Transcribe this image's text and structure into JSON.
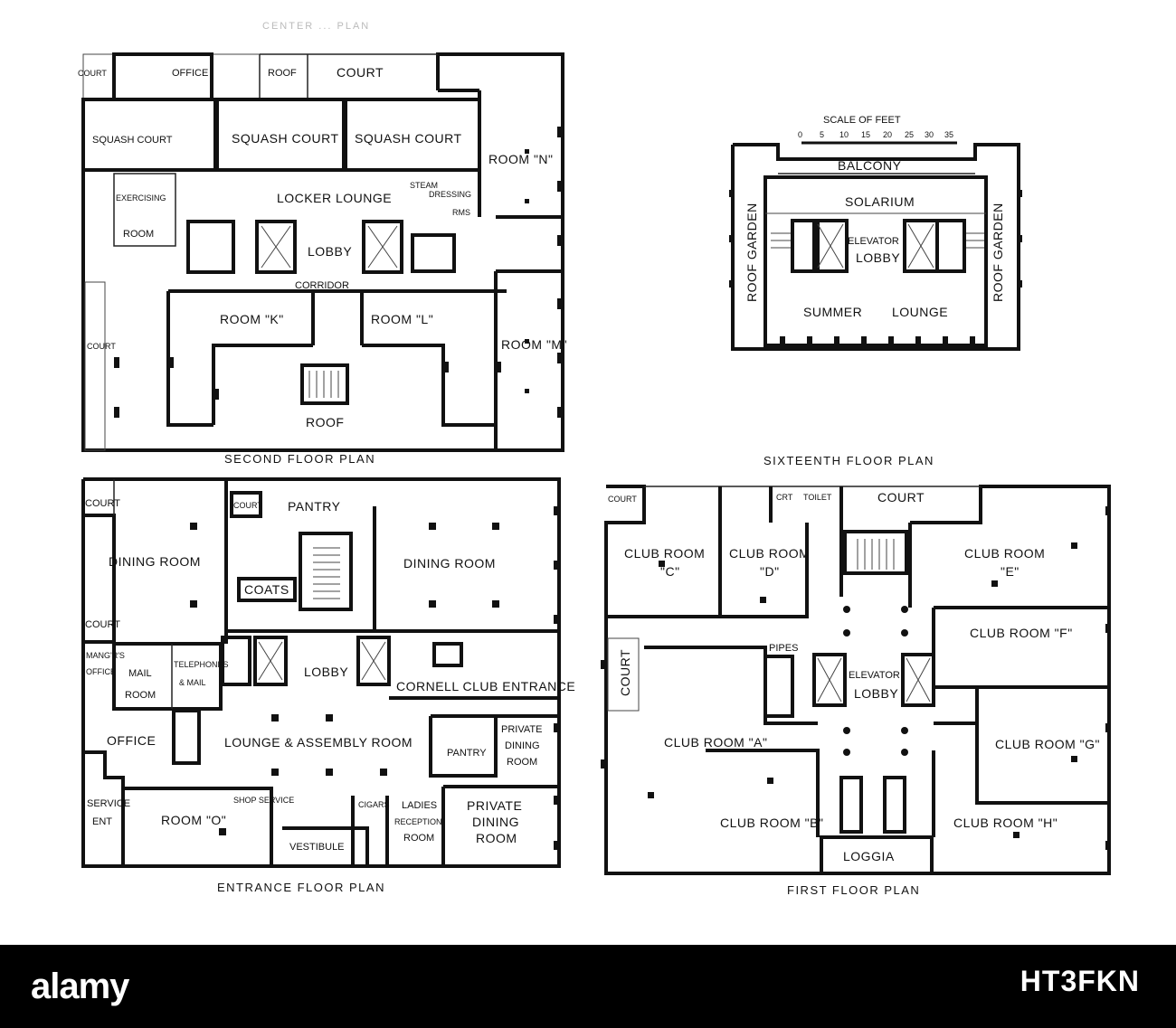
{
  "header_faint": "CENTER ... PLAN",
  "plans": {
    "second": {
      "title": "SECOND FLOOR PLAN",
      "rooms": {
        "court_tl": "COURT",
        "office": "OFFICE",
        "roof_top": "ROOF",
        "court_top": "COURT",
        "squash_1": "SQUASH COURT",
        "squash_2": "SQUASH COURT",
        "squash_3": "SQUASH COURT",
        "room_n": "ROOM \"N\"",
        "exercising": "EXERCISING",
        "room": "ROOM",
        "locker_lounge": "LOCKER LOUNGE",
        "steam": "STEAM",
        "dressing": "DRESSING",
        "rms": "RMS",
        "lobby": "LOBBY",
        "corridor": "CORRIDOR",
        "room_k": "ROOM \"K\"",
        "room_l": "ROOM \"L\"",
        "room_m": "ROOM \"M\"",
        "roof_bottom": "ROOF",
        "court_side": "COURT"
      }
    },
    "sixteenth": {
      "title": "SIXTEENTH FLOOR PLAN",
      "scale_title": "SCALE OF FEET",
      "scale_ticks": [
        "0",
        "5",
        "10",
        "15",
        "20",
        "25",
        "30",
        "35"
      ],
      "rooms": {
        "balcony": "BALCONY",
        "solarium": "SOLARIUM",
        "roof_garden_left": "ROOF GARDEN",
        "roof_garden_right": "ROOF GARDEN",
        "elevator": "ELEVATOR",
        "lobby": "LOBBY",
        "summer": "SUMMER",
        "lounge": "LOUNGE"
      }
    },
    "entrance": {
      "title": "ENTRANCE FLOOR PLAN",
      "rooms": {
        "court_1": "COURT",
        "court_2": "COURT",
        "court_3": "COURT",
        "pantry_top": "PANTRY",
        "dining_left": "DINING ROOM",
        "dining_right": "DINING ROOM",
        "coats": "COATS",
        "mangrs_1": "MANG'R'S",
        "mangrs_2": "OFFICE",
        "mail": "MAIL",
        "mail_room": "ROOM",
        "telephones": "TELEPHONES",
        "and_mail": "& MAIL",
        "lobby": "LOBBY",
        "cornell": "CORNELL CLUB ENTRANCE",
        "office": "OFFICE",
        "lounge": "LOUNGE & ASSEMBLY ROOM",
        "pantry_mid": "PANTRY",
        "private_1a": "PRIVATE",
        "private_1b": "DINING",
        "private_1c": "ROOM",
        "service_1": "SERVICE",
        "service_2": "ENT",
        "room_o": "ROOM \"O\"",
        "shop_service": "SHOP SERVICE",
        "cigars": "CIGARS",
        "ladies_1": "LADIES",
        "ladies_2": "RECEPTION",
        "ladies_3": "ROOM",
        "private_2a": "PRIVATE",
        "private_2b": "DINING",
        "private_2c": "ROOM",
        "vestibule": "VESTIBULE"
      }
    },
    "first": {
      "title": "FIRST FLOOR PLAN",
      "rooms": {
        "court_tl": "COURT",
        "crt": "CRT",
        "toilet": "TOILET",
        "court_top": "COURT",
        "club_c_1": "CLUB ROOM",
        "club_c_2": "\"C\"",
        "club_d_1": "CLUB ROOM",
        "club_d_2": "\"D\"",
        "club_e_1": "CLUB ROOM",
        "club_e_2": "\"E\"",
        "club_f": "CLUB ROOM \"F\"",
        "court_side": "COURT",
        "pipes": "PIPES",
        "elevator": "ELEVATOR",
        "lobby": "LOBBY",
        "club_a": "CLUB ROOM \"A\"",
        "club_g": "CLUB ROOM \"G\"",
        "club_b": "CLUB ROOM \"B\"",
        "club_h": "CLUB ROOM \"H\"",
        "loggia": "LOGGIA"
      }
    }
  },
  "watermark": {
    "brand": "alamy",
    "code": "HT3FKN"
  }
}
